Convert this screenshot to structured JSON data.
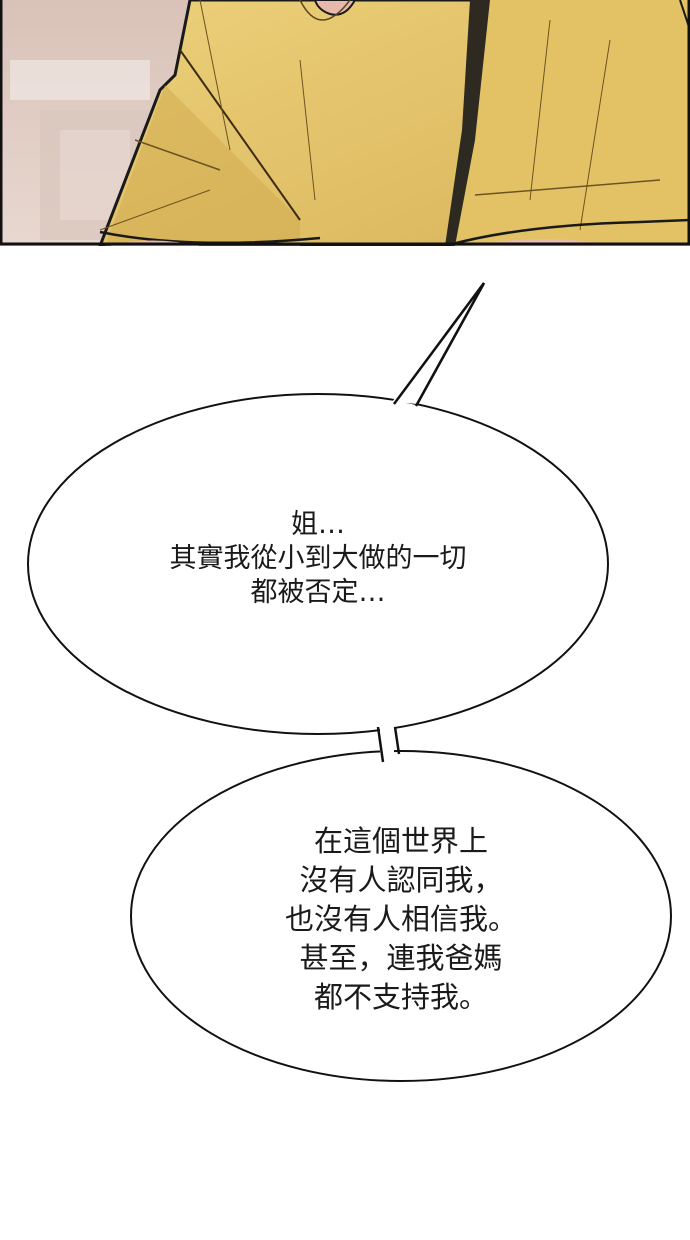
{
  "panel": {
    "description": "comic panel: person in yellow t-shirt, blurred room background",
    "colors": {
      "shirt": "#e6c46a",
      "shirt_shadow": "#b8963e",
      "background": "#e4d2c8",
      "skin": "#e8b9ad",
      "border": "#111111"
    }
  },
  "bubbles": [
    {
      "id": "bubble-1",
      "tail_direction": "up-right",
      "lines": [
        "姐…",
        "其實我從小到大做的一切",
        "都被否定…"
      ]
    },
    {
      "id": "bubble-2",
      "connected_to": "bubble-1",
      "lines": [
        "在這個世界上",
        "沒有人認同我，",
        "也沒有人相信我。",
        "甚至，連我爸媽",
        "都不支持我。"
      ]
    }
  ]
}
